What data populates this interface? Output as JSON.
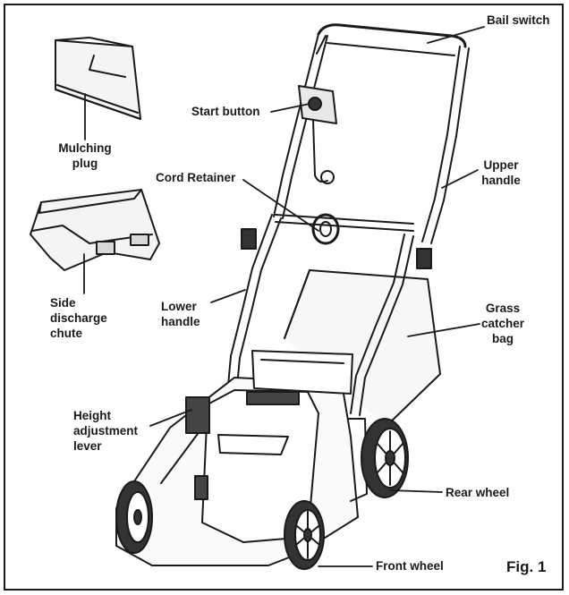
{
  "labels": {
    "bail_switch": "Bail switch",
    "start_button": "Start button",
    "mulching_plug_1": "Mulching",
    "mulching_plug_2": "plug",
    "cord_retainer": "Cord Retainer",
    "upper_handle_1": "Upper",
    "upper_handle_2": "handle",
    "side_discharge_1": "Side",
    "side_discharge_2": "discharge",
    "side_discharge_3": "chute",
    "lower_handle_1": "Lower",
    "lower_handle_2": "handle",
    "grass_catcher_1": "Grass",
    "grass_catcher_2": "catcher",
    "grass_catcher_3": "bag",
    "height_lever_1": "Height",
    "height_lever_2": "adjustment",
    "height_lever_3": "lever",
    "rear_wheel": "Rear wheel",
    "front_wheel": "Front wheel"
  },
  "figure_label": "Fig. 1"
}
